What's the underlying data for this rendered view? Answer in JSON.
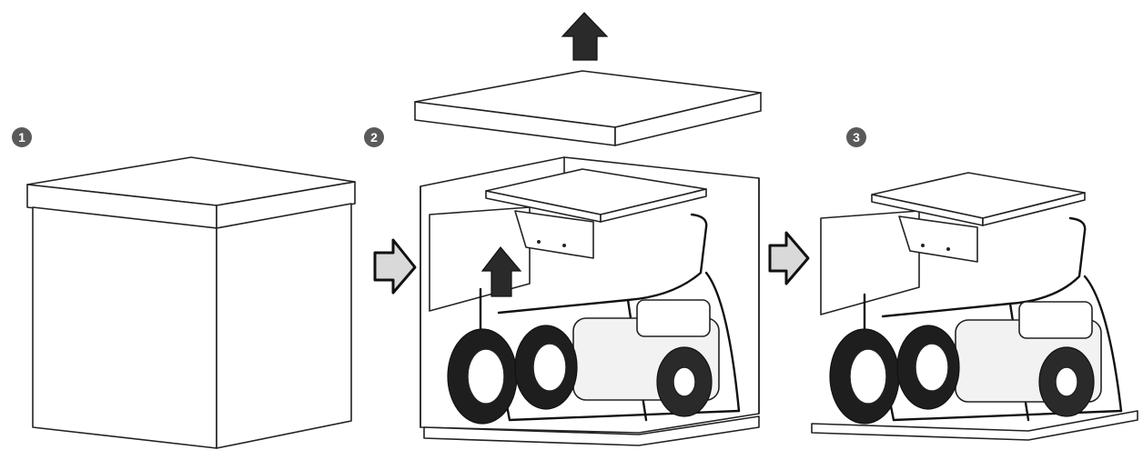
{
  "steps": [
    {
      "number": "1",
      "description": "closed-box"
    },
    {
      "number": "2",
      "description": "lift-lid-and-box"
    },
    {
      "number": "3",
      "description": "unpacked-generator"
    }
  ],
  "icons": {
    "up_arrow": "up-arrow-icon",
    "right_arrow": "right-arrow-icon"
  },
  "colors": {
    "line": "#222222",
    "arrow_fill": "#2a2a2a",
    "arrow_outline_fill": "#d9d9d9",
    "badge": "#5a5a5a"
  }
}
